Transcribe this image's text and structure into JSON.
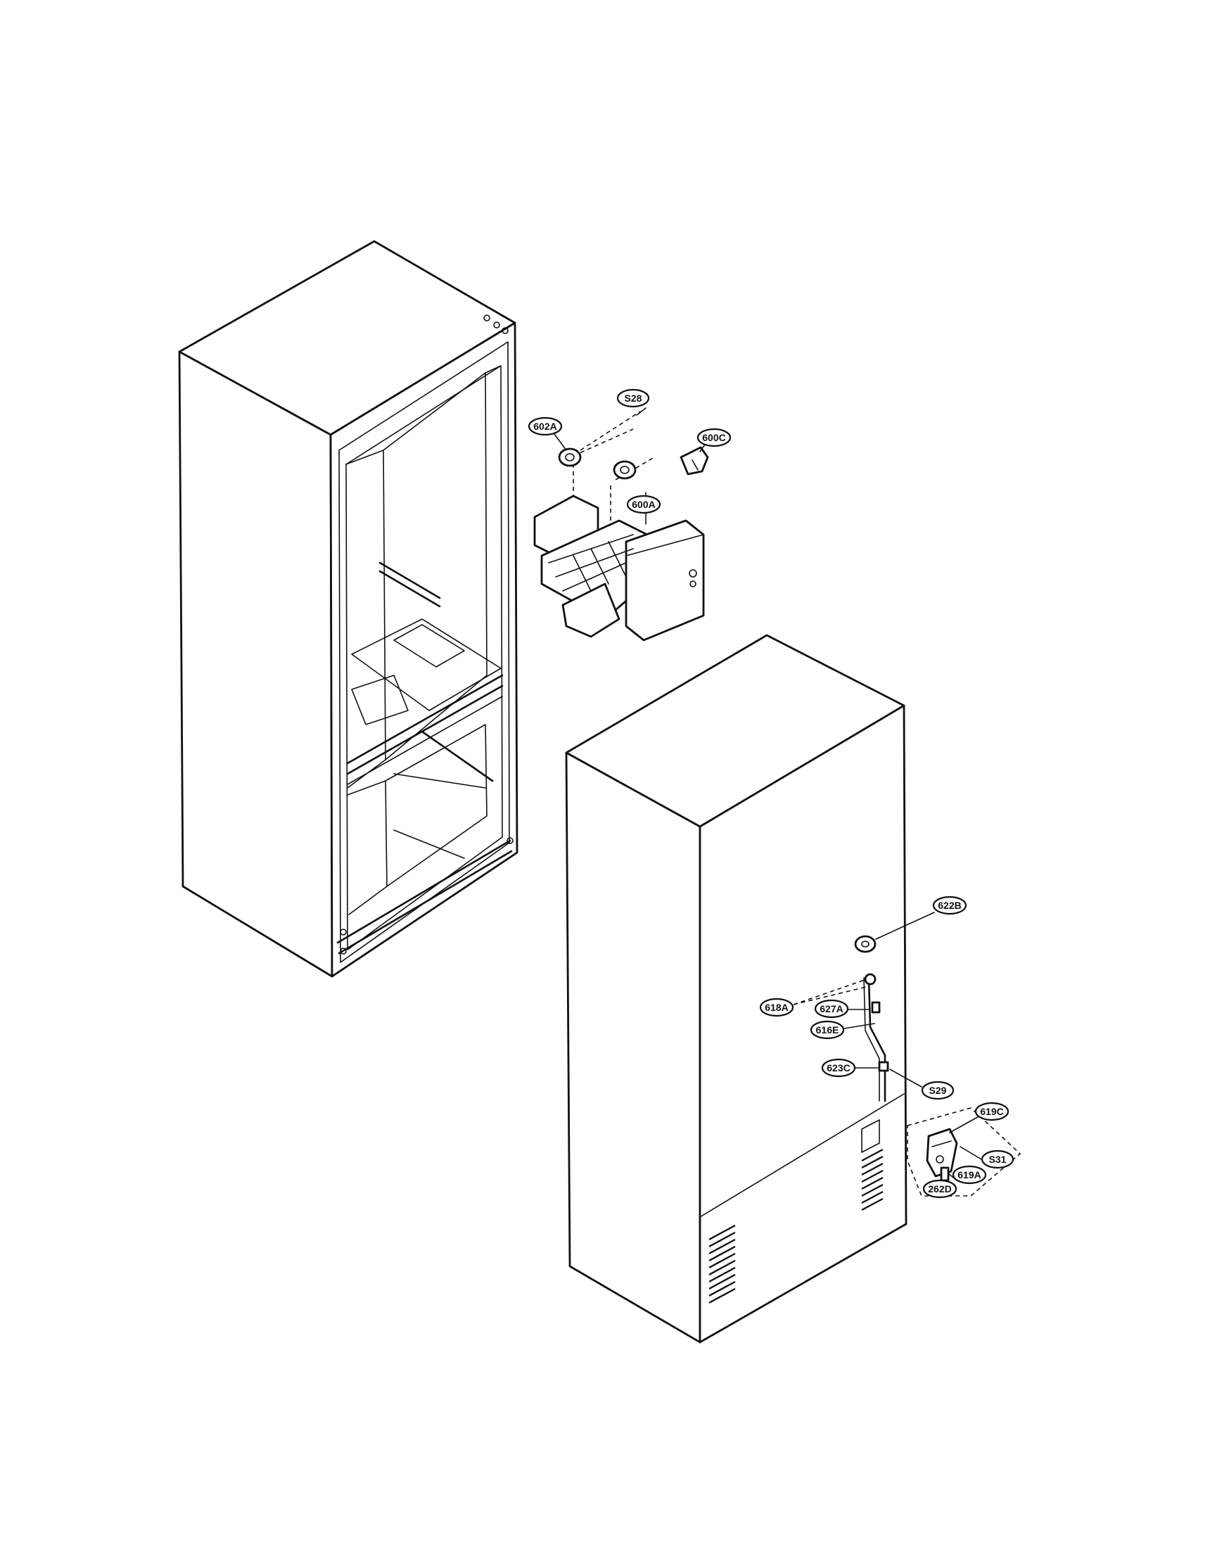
{
  "labels": {
    "s28": "S28",
    "l602a": "602A",
    "l600c": "600C",
    "l600a": "600A",
    "l622b": "622B",
    "l618a": "618A",
    "l627a": "627A",
    "l616e": "616E",
    "l623c": "623C",
    "s29": "S29",
    "l619c": "619C",
    "s31": "S31",
    "l619a": "619A",
    "l262d": "262D"
  },
  "colors": {
    "line": "#111111",
    "background": "#ffffff"
  }
}
